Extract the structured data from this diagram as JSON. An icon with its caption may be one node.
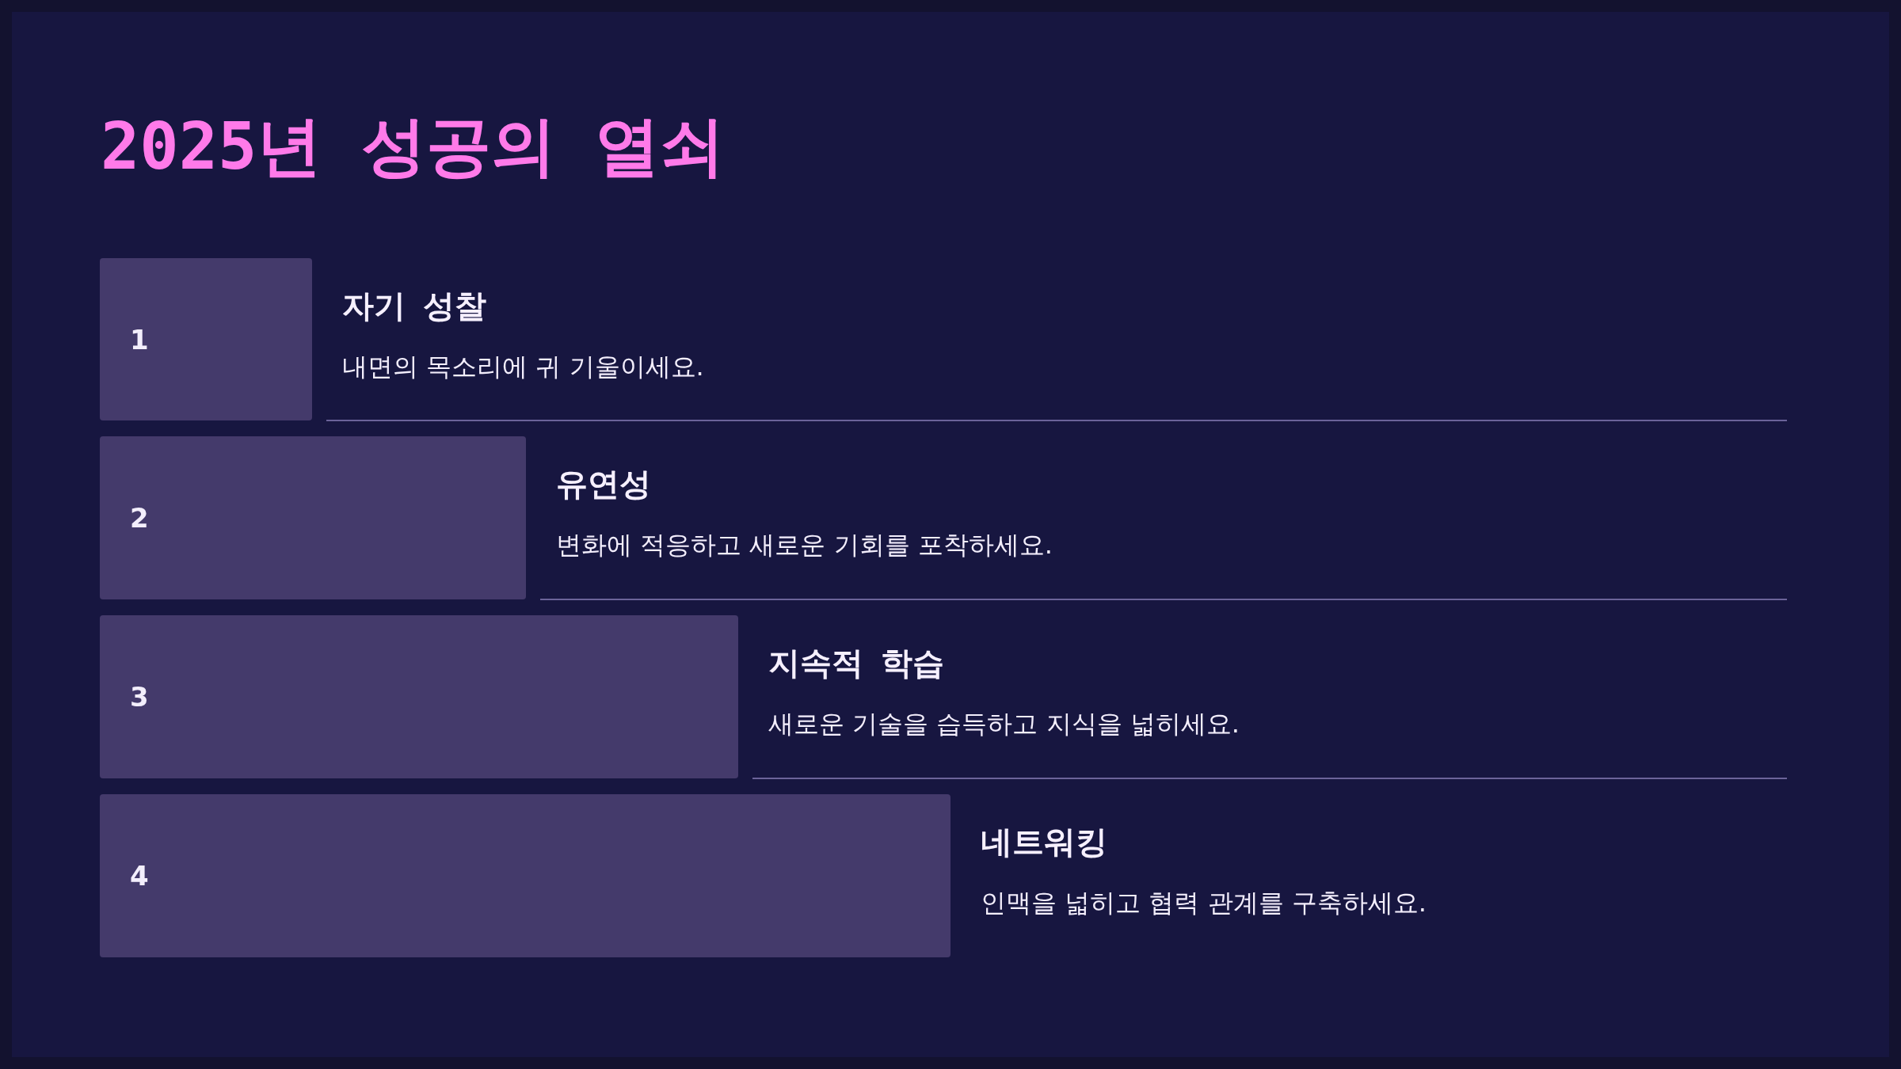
{
  "diagram": {
    "title": "2025년 성공의 열쇠",
    "nodes": [
      {
        "text": [
          "1"
        ],
        "beside": [
          "자기 성찰",
          "내면의 목소리에 귀 기울이세요."
        ]
      },
      {
        "text": [
          "2"
        ],
        "beside": [
          "유연성",
          "변화에 적응하고 새로운 기회를 포착하세요."
        ]
      },
      {
        "text": [
          "3"
        ],
        "beside": [
          "지속적 학습",
          "새로운 기술을 습득하고 지식을 넓히세요."
        ]
      },
      {
        "text": [
          "4"
        ],
        "beside": [
          "네트워킹",
          "인맥을 넓히고 협력 관계를 구축하세요."
        ]
      }
    ]
  }
}
